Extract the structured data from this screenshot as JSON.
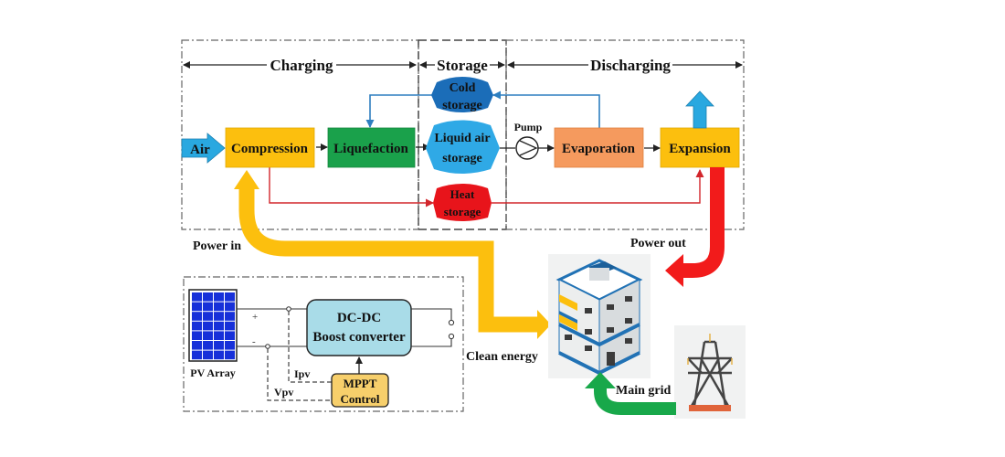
{
  "sections": {
    "charging": "Charging",
    "storage": "Storage",
    "discharging": "Discharging"
  },
  "process": {
    "air": "Air",
    "compression": "Compression",
    "liquefaction": "Liquefaction",
    "liquid_air_storage_1": "Liquid air",
    "liquid_air_storage_2": "storage",
    "cold_storage_1": "Cold",
    "cold_storage_2": "storage",
    "heat_storage_1": "Heat",
    "heat_storage_2": "storage",
    "pump": "Pump",
    "evaporation": "Evaporation",
    "expansion": "Expansion"
  },
  "flows": {
    "power_in": "Power in",
    "power_out": "Power out",
    "clean_energy": "Clean energy",
    "main_grid": "Main grid"
  },
  "pv": {
    "pv_array": "PV Array",
    "plus": "+",
    "minus": "-",
    "converter_1": "DC-DC",
    "converter_2": "Boost converter",
    "mppt_1": "MPPT",
    "mppt_2": "Control",
    "ipv": "Ipv",
    "vpv": "Vpv"
  },
  "colors": {
    "air_arrow": "#29a8e0",
    "compression": "#fcbf0e",
    "liquefaction": "#1aa14b",
    "cold_storage": "#1b6db8",
    "liquid_air": "#2fa9e6",
    "heat_storage": "#e8141b",
    "evaporation": "#f59a5e",
    "expansion": "#fcbf0e",
    "power_in_arrow": "#fcbf0e",
    "power_out_arrow": "#f21b1b",
    "main_grid_arrow": "#18a84a",
    "cold_line": "#2e7fc0",
    "heat_line": "#d2262c",
    "converter": "#a9dce8",
    "mppt": "#f7cf6b"
  }
}
